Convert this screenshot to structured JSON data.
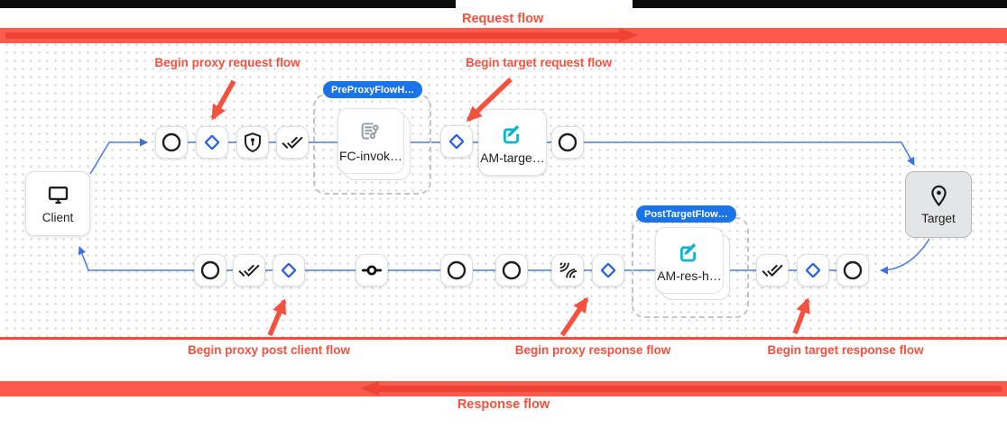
{
  "banners": {
    "request": "Request flow",
    "response": "Response flow"
  },
  "callouts": {
    "proxy_request": "Begin proxy request flow",
    "target_request": "Begin target request flow",
    "proxy_post_client": "Begin proxy post client flow",
    "proxy_response": "Begin proxy response flow",
    "target_response": "Begin target response flow"
  },
  "endpoints": {
    "client": "Client",
    "target": "Target"
  },
  "flow_groups": {
    "pre_proxy": {
      "badge": "PreProxyFlowH…",
      "policy": {
        "label": "FC-invok…",
        "icon": "flow-callout-icon"
      }
    },
    "post_target": {
      "badge": "PostTargetFlow…",
      "policy": {
        "label": "AM-res-h…",
        "icon": "assign-message-icon"
      }
    }
  },
  "policies": {
    "am_target": {
      "label": "AM-targe…",
      "icon": "assign-message-icon"
    }
  },
  "step_icons": {
    "request_row": [
      "circle",
      "diamond",
      "shield-key",
      "double-check",
      "diamond",
      "circle"
    ],
    "response_row": [
      "circle",
      "double-check",
      "diamond",
      "connector",
      "circle",
      "circle",
      "leak-add",
      "diamond",
      "double-check",
      "diamond",
      "circle"
    ]
  },
  "colors": {
    "banner_red": "#fb5a4c",
    "banner_arrow_red": "#ee4334",
    "annotation_red": "#f4513f",
    "flow_line_blue": "#4c7de8",
    "diamond_blue": "#2f63e0",
    "badge_blue": "#1a73e8",
    "policy_teal": "#14b4c8",
    "icon_gray": "#9aa0a6"
  }
}
